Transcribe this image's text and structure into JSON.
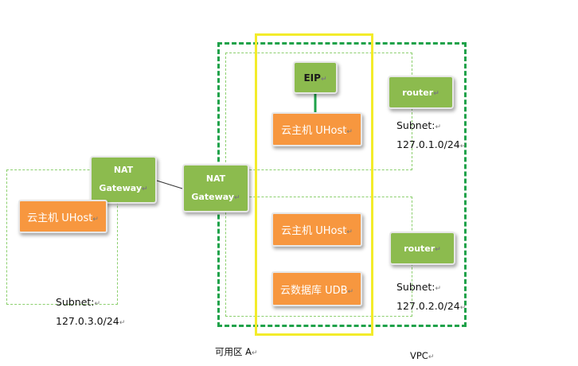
{
  "left_subnet": {
    "nat": {
      "line1": "NAT",
      "line2": "Gateway"
    },
    "host": "云主机 UHost",
    "subnet_title": "Subnet:",
    "subnet_cidr": "127.0.3.0/24"
  },
  "vpc": {
    "label": "VPC",
    "nat": {
      "line1": "NAT",
      "line2": "Gateway"
    },
    "zone_label": "可用区 A",
    "subnet1": {
      "eip": "EIP",
      "host": "云主机 UHost",
      "router": "router",
      "subnet_title": "Subnet:",
      "subnet_cidr": "127.0.1.0/24"
    },
    "subnet2": {
      "host": "云主机 UHost",
      "db": "云数据库 UDB",
      "router": "router",
      "subnet_title": "Subnet:",
      "subnet_cidr": "127.0.2.0/24"
    }
  },
  "colors": {
    "host": "#f7973f",
    "gateway": "#8cbb4e",
    "vpc_border": "#1fa24a",
    "zone_border": "#f3ec2a",
    "subnet_border": "#8ccf6e"
  },
  "paragraph_mark": "↵"
}
